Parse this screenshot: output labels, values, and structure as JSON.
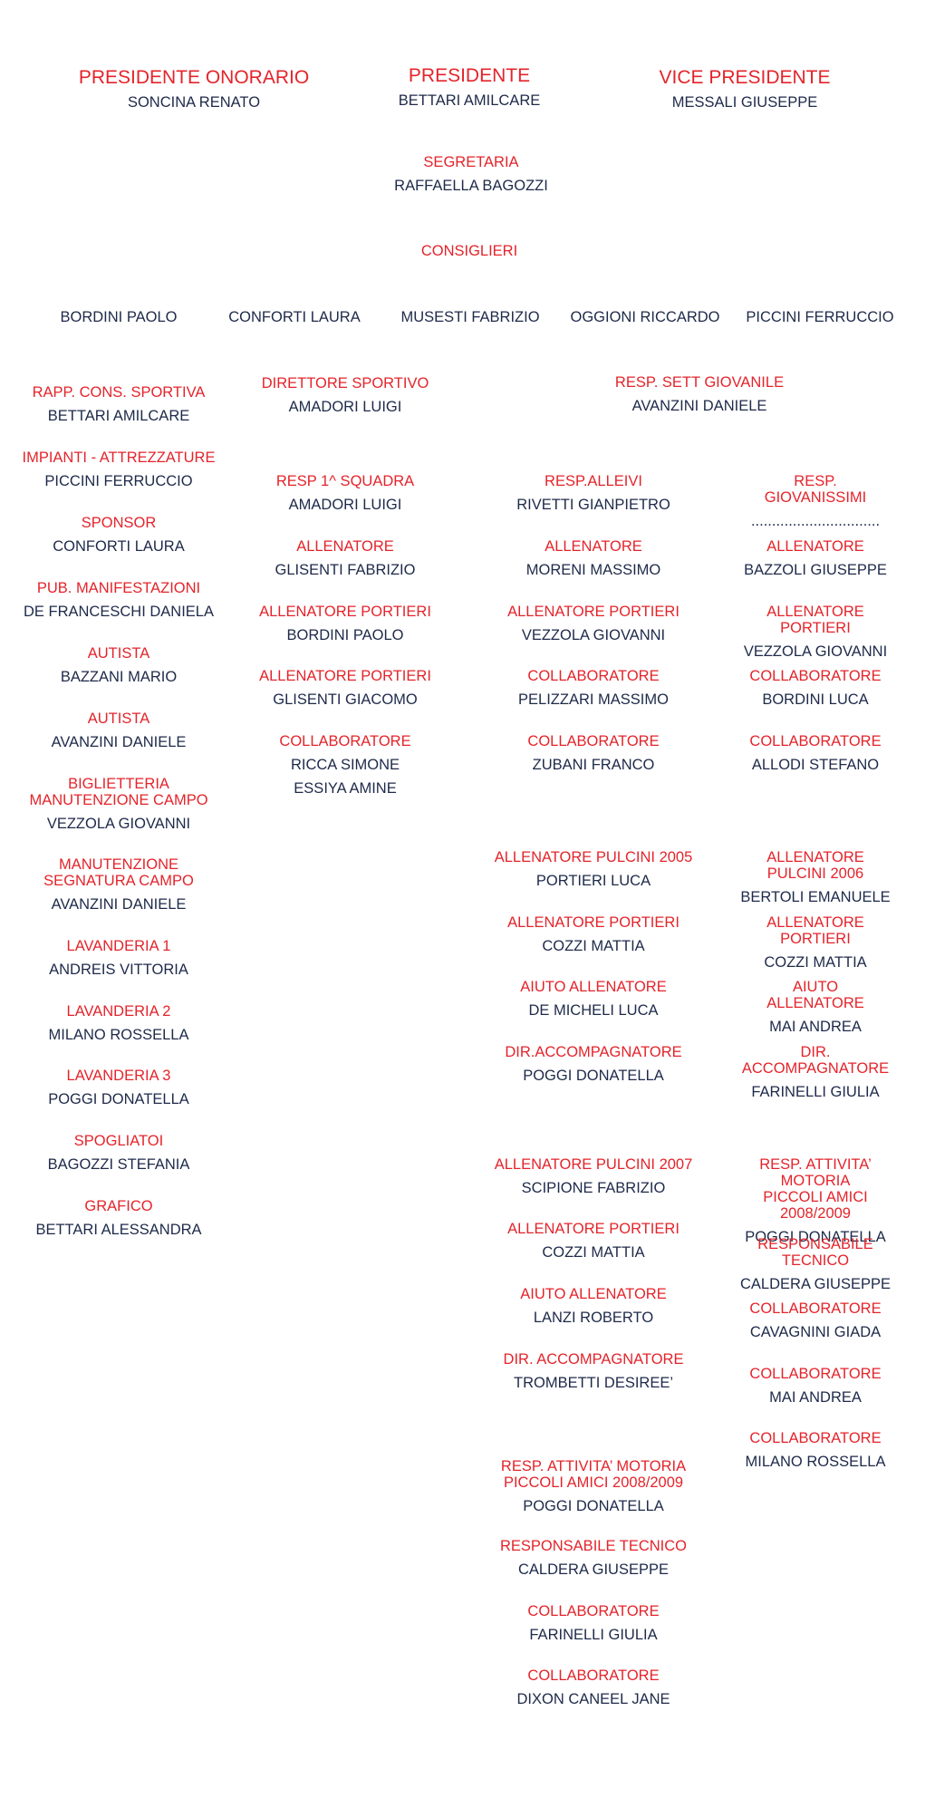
{
  "colors": {
    "role": "#e4242b",
    "name": "#1e2a4a",
    "background": "#ffffff"
  },
  "top": [
    {
      "role": "PRESIDENTE ONORARIO",
      "name": "SONCINA RENATO"
    },
    {
      "role": "PRESIDENTE",
      "name": "BETTARI AMILCARE"
    },
    {
      "role": "VICE PRESIDENTE",
      "name": "MESSALI GIUSEPPE"
    }
  ],
  "segretaria": {
    "role": "SEGRETARIA",
    "name": "RAFFAELLA BAGOZZI"
  },
  "consiglieri": {
    "title": "CONSIGLIERI",
    "members": [
      "BORDINI PAOLO",
      "CONFORTI LAURA",
      "MUSESTI FABRIZIO",
      "OGGIONI RICCARDO",
      "PICCINI FERRUCCIO"
    ]
  },
  "left_column": [
    {
      "role": "RAPP. CONS. SPORTIVA",
      "name": "BETTARI AMILCARE"
    },
    {
      "role": "IMPIANTI - ATTREZZATURE",
      "name": "PICCINI FERRUCCIO"
    },
    {
      "role": "SPONSOR",
      "name": "CONFORTI LAURA"
    },
    {
      "role": "PUB. MANIFESTAZIONI",
      "name": "DE FRANCESCHI DANIELA"
    },
    {
      "role": "AUTISTA",
      "name": "BAZZANI MARIO"
    },
    {
      "role": "AUTISTA",
      "name": "AVANZINI DANIELE"
    },
    {
      "role": "BIGLIETTERIA\nMANUTENZIONE CAMPO",
      "name": "VEZZOLA GIOVANNI"
    },
    {
      "role": "MANUTENZIONE\nSEGNATURA CAMPO",
      "name": "AVANZINI DANIELE"
    },
    {
      "role": "LAVANDERIA 1",
      "name": "ANDREIS VITTORIA"
    },
    {
      "role": "LAVANDERIA 2",
      "name": "MILANO ROSSELLA"
    },
    {
      "role": "LAVANDERIA 3",
      "name": "POGGI DONATELLA"
    },
    {
      "role": "SPOGLIATOI",
      "name": "BAGOZZI STEFANIA"
    },
    {
      "role": "GRAFICO",
      "name": "BETTARI ALESSANDRA"
    }
  ],
  "direttore": {
    "role": "DIRETTORE SPORTIVO",
    "name": "AMADORI LUIGI"
  },
  "resp_sett": {
    "role": "RESP. SETT GIOVANILE",
    "name": "AVANZINI DANIELE"
  },
  "prima_squadra": [
    {
      "role": "RESP 1^ SQUADRA",
      "name": "AMADORI LUIGI"
    },
    {
      "role": "ALLENATORE",
      "name": "GLISENTI FABRIZIO"
    },
    {
      "role": "ALLENATORE PORTIERI",
      "name": "BORDINI PAOLO"
    },
    {
      "role": "ALLENATORE PORTIERI",
      "name": "GLISENTI GIACOMO"
    },
    {
      "role": "COLLABORATORE",
      "name": "RICCA SIMONE"
    }
  ],
  "prima_squadra_extra": "ESSIYA AMINE",
  "allievi": [
    {
      "role": "RESP.ALLEIVI",
      "name": "RIVETTI GIANPIETRO"
    },
    {
      "role": "ALLENATORE",
      "name": "MORENI MASSIMO"
    },
    {
      "role": "ALLENATORE PORTIERI",
      "name": "VEZZOLA GIOVANNI"
    },
    {
      "role": "COLLABORATORE",
      "name": "PELIZZARI MASSIMO"
    },
    {
      "role": "COLLABORATORE",
      "name": "ZUBANI FRANCO"
    }
  ],
  "giovanissimi": [
    {
      "role": "RESP. GIOVANISSIMI",
      "name": "..............................."
    },
    {
      "role": "ALLENATORE",
      "name": "BAZZOLI GIUSEPPE"
    },
    {
      "role": "ALLENATORE PORTIERI",
      "name": "VEZZOLA GIOVANNI"
    },
    {
      "role": "COLLABORATORE",
      "name": "BORDINI LUCA"
    },
    {
      "role": "COLLABORATORE",
      "name": "ALLODI STEFANO"
    }
  ],
  "pulcini_2005": [
    {
      "role": "ALLENATORE PULCINI 2005",
      "name": "PORTIERI LUCA"
    },
    {
      "role": "ALLENATORE PORTIERI",
      "name": "COZZI MATTIA"
    },
    {
      "role": "AIUTO ALLENATORE",
      "name": "DE MICHELI LUCA"
    },
    {
      "role": "DIR.ACCOMPAGNATORE",
      "name": "POGGI DONATELLA"
    }
  ],
  "pulcini_2006": [
    {
      "role": "ALLENATORE PULCINI 2006",
      "name": "BERTOLI EMANUELE"
    },
    {
      "role": "ALLENATORE PORTIERI",
      "name": "COZZI MATTIA"
    },
    {
      "role": "AIUTO ALLENATORE",
      "name": "MAI ANDREA"
    },
    {
      "role": "DIR. ACCOMPAGNATORE",
      "name": "FARINELLI GIULIA"
    }
  ],
  "pulcini_2007": [
    {
      "role": "ALLENATORE PULCINI 2007",
      "name": "SCIPIONE FABRIZIO"
    },
    {
      "role": "ALLENATORE PORTIERI",
      "name": "COZZI MATTIA"
    },
    {
      "role": "AIUTO ALLENATORE",
      "name": "LANZI ROBERTO"
    },
    {
      "role": "DIR. ACCOMPAGNATORE",
      "name": "TROMBETTI DESIREE’"
    }
  ],
  "piccoli_right": [
    {
      "role": "RESP. ATTIVITA’ MOTORIA\nPICCOLI AMICI 2008/2009",
      "name": "POGGI DONATELLA"
    },
    {
      "role": "RESPONSABILE TECNICO",
      "name": "CALDERA GIUSEPPE"
    },
    {
      "role": "COLLABORATORE",
      "name": "CAVAGNINI GIADA"
    },
    {
      "role": "COLLABORATORE",
      "name": "MAI ANDREA"
    },
    {
      "role": "COLLABORATORE",
      "name": "MILANO ROSSELLA"
    }
  ],
  "piccoli_mid": [
    {
      "role": "RESP. ATTIVITA’ MOTORIA\nPICCOLI AMICI 2008/2009",
      "name": "POGGI DONATELLA"
    },
    {
      "role": "RESPONSABILE TECNICO",
      "name": "CALDERA GIUSEPPE"
    },
    {
      "role": "COLLABORATORE",
      "name": "FARINELLI GIULIA"
    },
    {
      "role": "COLLABORATORE",
      "name": "DIXON CANEEL JANE"
    }
  ]
}
